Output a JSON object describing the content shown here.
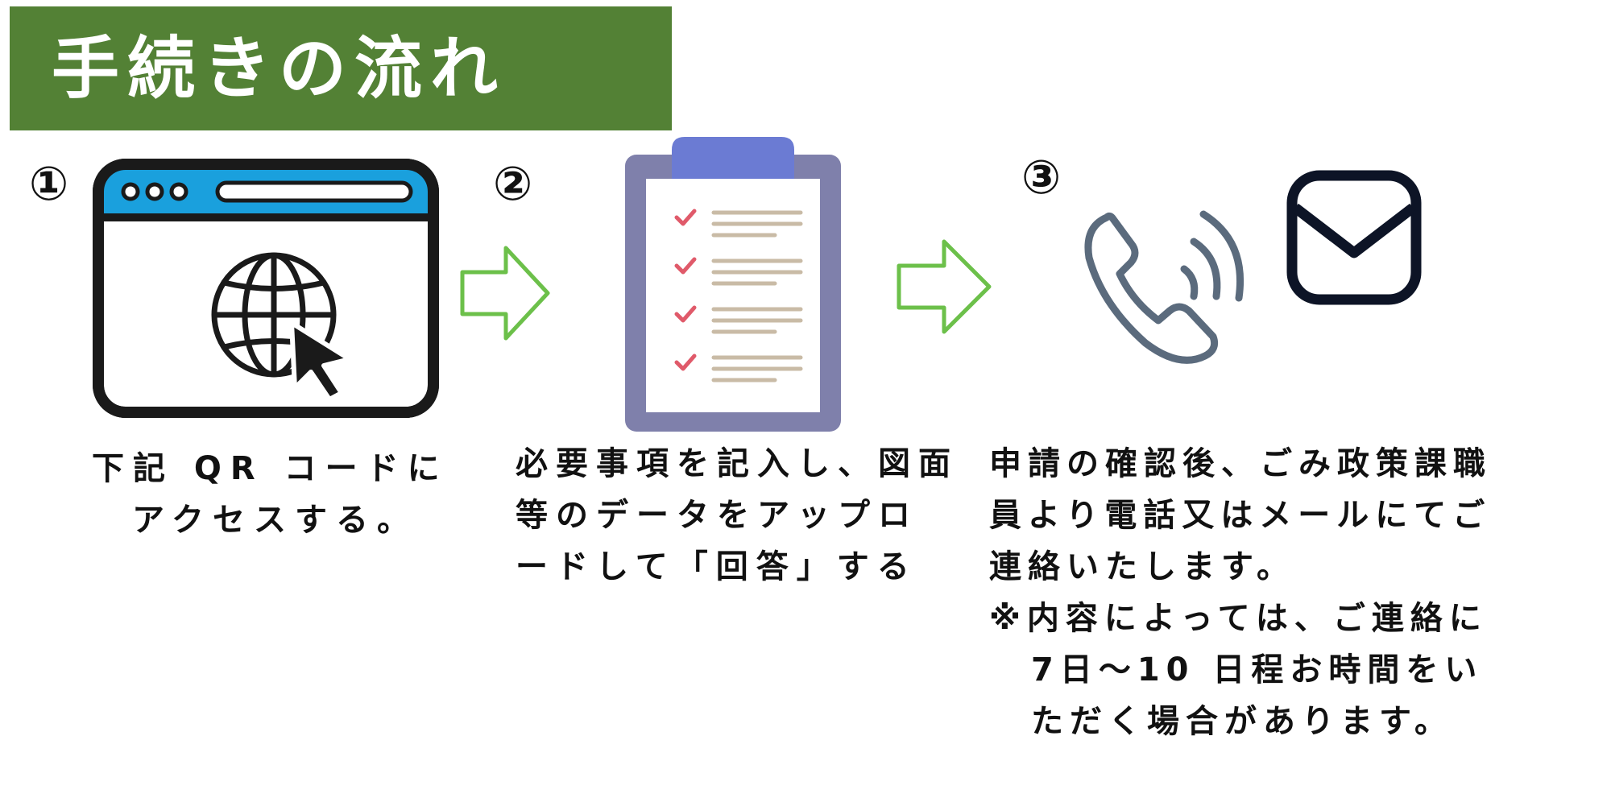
{
  "header": {
    "title": "手続きの流れ"
  },
  "steps": [
    {
      "number": "①",
      "icon": "browser-globe-icon",
      "lines": [
        "下記 QR コードに",
        "アクセスする。"
      ]
    },
    {
      "number": "②",
      "icon": "checklist-clipboard-icon",
      "lines": [
        "必要事項を記入し、図面",
        "等のデータをアップロ",
        "ードして「回答」する"
      ]
    },
    {
      "number": "③",
      "icon": "phone-icon",
      "icon2": "mail-icon",
      "lines": [
        "申請の確認後、ごみ政策課職",
        "員より電話又はメールにてご",
        "連絡いたします。"
      ],
      "note_lines": [
        "※内容によっては、ご連絡に",
        "7日～10 日程お時間をい",
        "ただく場合があります。"
      ]
    }
  ],
  "colors": {
    "title_bg": "#538135",
    "browser_bar": "#1aa0dd",
    "arrow_green": "#6cc04a",
    "clipboard_frame": "#7f80ab",
    "clipboard_clip": "#6b7bd3",
    "check_red": "#e05a6a",
    "phone_stroke": "#5b6b7d",
    "mail_stroke": "#0d1426"
  }
}
